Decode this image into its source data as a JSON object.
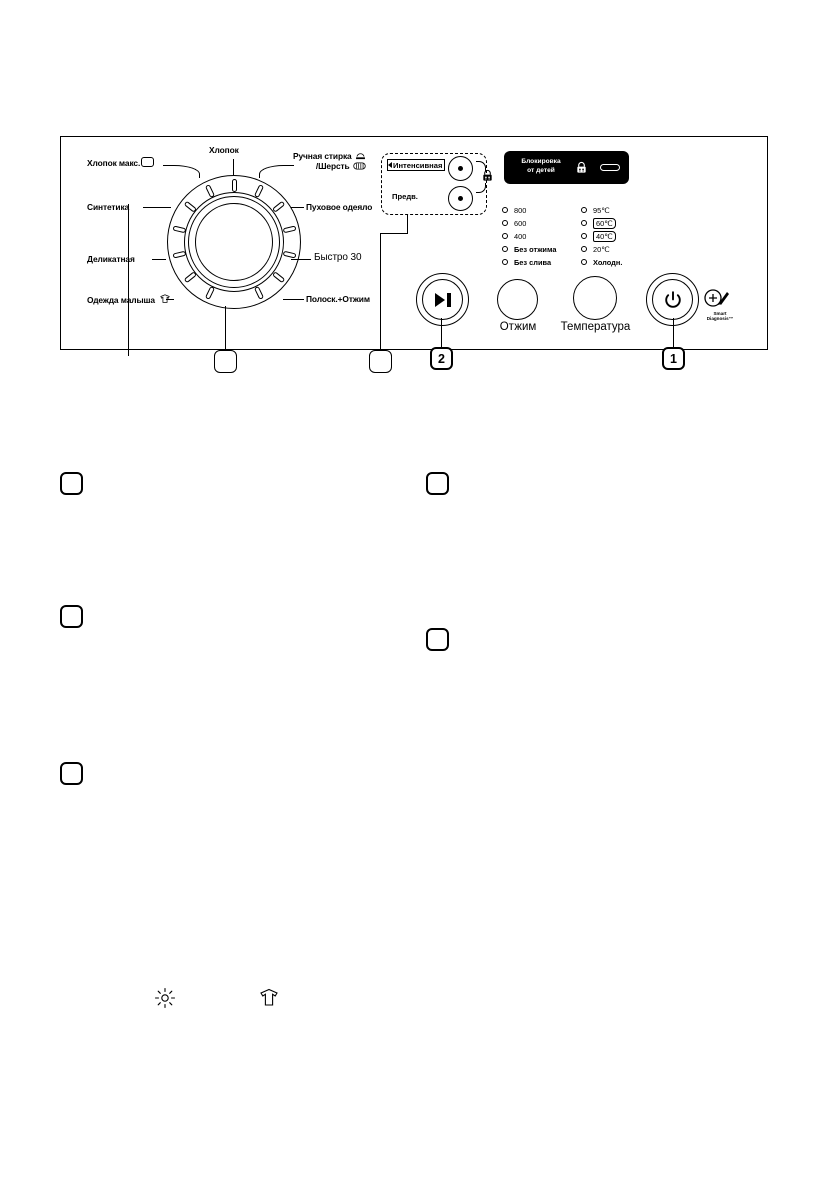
{
  "document": {
    "type": "appliance-manual-page",
    "description": "Washing machine control panel diagram with numbered callouts"
  },
  "panel": {
    "dial": {
      "name": "program-selector-dial",
      "tick_count": 14,
      "labels_left": [
        {
          "text": "Хлопок макс.",
          "icon": "cotton-max-icon"
        },
        {
          "text": "Синтетика",
          "icon": ""
        },
        {
          "text": "Деликатная",
          "icon": ""
        },
        {
          "text": "Одежда малыша",
          "icon": "baby-clothes-icon"
        }
      ],
      "label_top": "Хлопок",
      "labels_right": [
        {
          "text": "Ручная стирка",
          "text2": "/Шерсть",
          "icon": "hand-wash-icon",
          "icon2": "wool-icon"
        },
        {
          "text": "Пуховое одеяло",
          "icon": ""
        },
        {
          "text": "Быстро 30",
          "icon": ""
        },
        {
          "text": "Полоск.+Отжим",
          "icon": ""
        }
      ]
    },
    "options": {
      "group_name": "option-buttons-group",
      "items": [
        {
          "label": "Интенсивная",
          "boxed": true,
          "button": "intensive-option-button"
        },
        {
          "label": "Предв.",
          "boxed": false,
          "button": "prewash-option-button"
        }
      ],
      "lock_icon": "child-lock-icon"
    },
    "display": {
      "name": "lcd-display",
      "line1": "Блокировка",
      "line2": "от детей",
      "lock_icon": "padlock-icon",
      "segment": "segment-pill"
    },
    "spin_leds": {
      "name": "spin-speed-indicators",
      "items": [
        {
          "label": "800",
          "bold": false,
          "boxed": false
        },
        {
          "label": "600",
          "bold": false,
          "boxed": false
        },
        {
          "label": "400",
          "bold": false,
          "boxed": false
        },
        {
          "label": "Без отжима",
          "bold": true,
          "boxed": false
        },
        {
          "label": "Без слива",
          "bold": true,
          "boxed": false
        }
      ]
    },
    "temp_leds": {
      "name": "temperature-indicators",
      "items": [
        {
          "label": "95℃",
          "bold": false,
          "boxed": false
        },
        {
          "label": "60℃",
          "bold": false,
          "boxed": true
        },
        {
          "label": "40℃",
          "bold": false,
          "boxed": true
        },
        {
          "label": "20℃",
          "bold": false,
          "boxed": false
        },
        {
          "label": "Холодн.",
          "bold": true,
          "boxed": false
        }
      ]
    },
    "buttons": [
      {
        "name": "start-pause-button",
        "caption": "",
        "glyph": "play-pause-icon"
      },
      {
        "name": "spin-button",
        "caption": "Отжим",
        "glyph": ""
      },
      {
        "name": "temperature-button",
        "caption": "Температура",
        "glyph": ""
      },
      {
        "name": "power-button",
        "caption": "",
        "glyph": "power-icon"
      }
    ],
    "smart_diagnosis": {
      "name": "smart-diagnosis-logo",
      "line1": "Smart",
      "line2": "Diagnosis™"
    }
  },
  "callouts": [
    {
      "label": "",
      "name": "callout-marker-dial"
    },
    {
      "label": "",
      "name": "callout-marker-options"
    },
    {
      "label": "2",
      "name": "callout-marker-2"
    },
    {
      "label": "1",
      "name": "callout-marker-1"
    }
  ],
  "section_markers": [
    {
      "label": "",
      "name": "section-marker-a"
    },
    {
      "label": "",
      "name": "section-marker-b"
    },
    {
      "label": "",
      "name": "section-marker-c"
    },
    {
      "label": "",
      "name": "section-marker-d"
    },
    {
      "label": "",
      "name": "section-marker-e"
    }
  ],
  "bottom_icons": [
    {
      "name": "sparkle-icon"
    },
    {
      "name": "baby-clothes-icon"
    }
  ],
  "colors": {
    "line": "#000000",
    "background": "#ffffff",
    "display_bg": "#000000",
    "display_fg": "#ffffff"
  }
}
